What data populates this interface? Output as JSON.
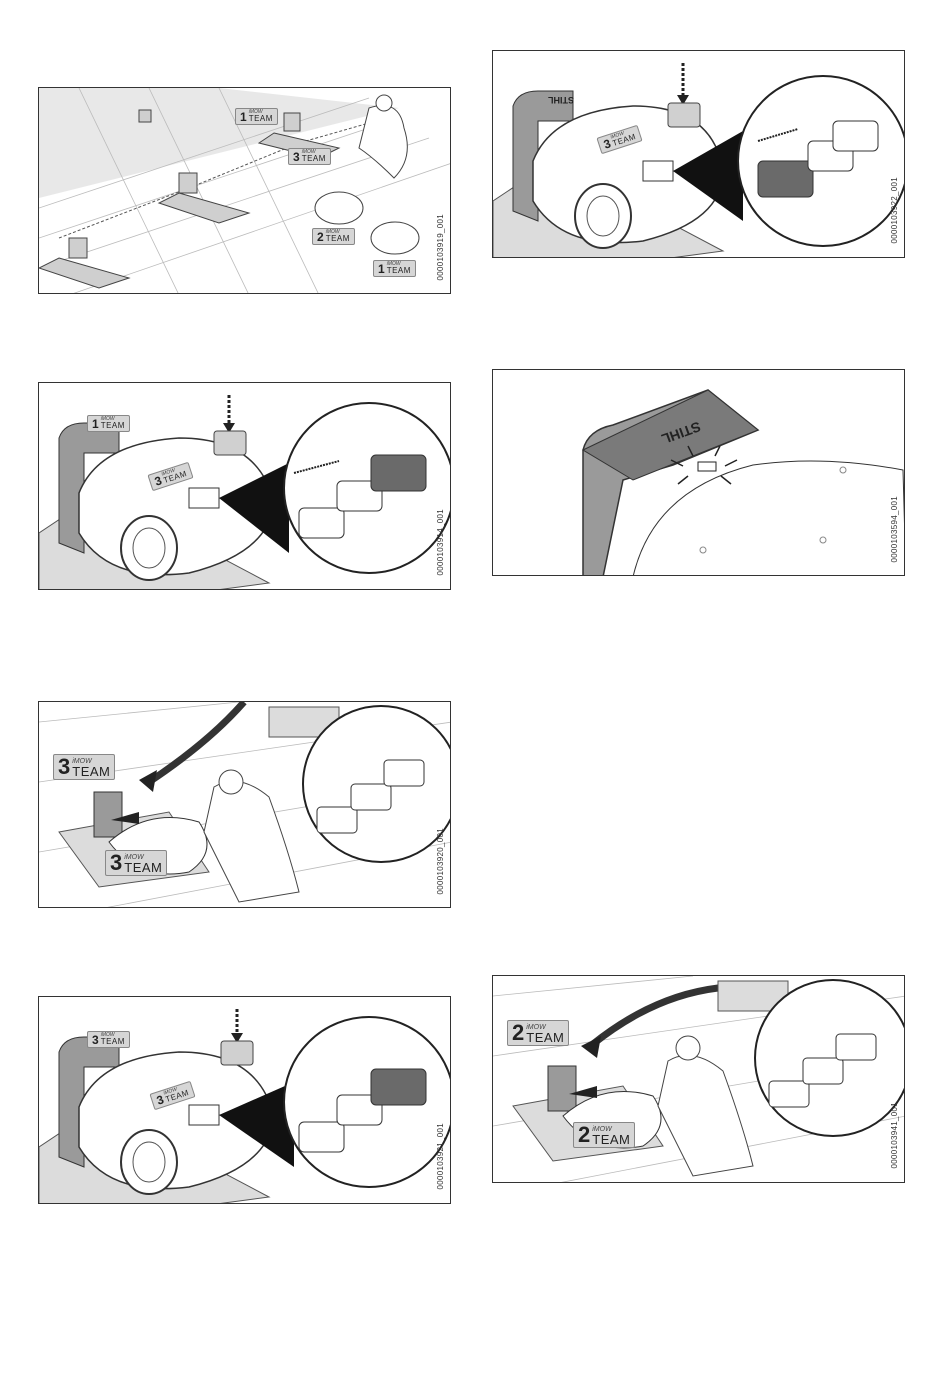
{
  "badge": {
    "product": "iMOW",
    "team": "TEAM"
  },
  "brand": "STIHL",
  "figures": [
    {
      "id": "0000103919_001",
      "badges": [
        "1",
        "3",
        "2",
        "1"
      ]
    },
    {
      "id": "0000103922_001",
      "badges": [
        "3"
      ]
    },
    {
      "id": "0000103914_001",
      "badges": [
        "1",
        "3"
      ]
    },
    {
      "id": "0000103594_001",
      "badges": []
    },
    {
      "id": "0000103920_001",
      "badges": [
        "3",
        "3"
      ]
    },
    {
      "id": "0000103921_001",
      "badges": [
        "3",
        "3"
      ]
    },
    {
      "id": "0000103941_001",
      "badges": [
        "2",
        "2"
      ]
    }
  ]
}
